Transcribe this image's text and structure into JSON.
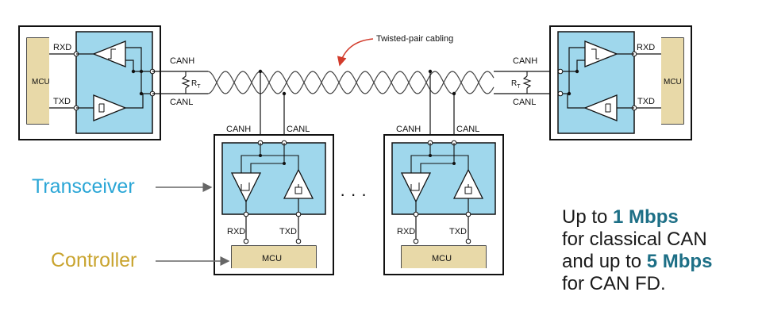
{
  "colors": {
    "transceiver_fill": "#9fd7ec",
    "mcu_fill": "#e8d9a8",
    "transceiver_label": "#2aa6d6",
    "controller_label": "#c9a42f",
    "highlight": "#1d6f86",
    "arrow_red": "#d23b2b"
  },
  "cable": {
    "label": "Twisted-pair cabling"
  },
  "nodes": {
    "left": {
      "rxd": "RXD",
      "txd": "TXD",
      "mcu": "MCU",
      "canh": "CANH",
      "canl": "CANL",
      "rt": "R",
      "rt_sub": "T"
    },
    "right": {
      "rxd": "RXD",
      "txd": "TXD",
      "mcu": "MCU",
      "canh": "CANH",
      "canl": "CANL",
      "rt": "R",
      "rt_sub": "T"
    },
    "mid1": {
      "canh": "CANH",
      "canl": "CANL",
      "rxd": "RXD",
      "txd": "TXD",
      "mcu": "MCU"
    },
    "mid2": {
      "canh": "CANH",
      "canl": "CANL",
      "rxd": "RXD",
      "txd": "TXD",
      "mcu": "MCU"
    }
  },
  "ellipsis": "· · ·",
  "labels": {
    "transceiver": "Transceiver",
    "controller": "Controller"
  },
  "note": {
    "line1_pre": "Up to ",
    "line1_bold": "1 Mbps",
    "line2": "for classical CAN",
    "line3_pre": "and up to ",
    "line3_bold": "5 Mbps",
    "line4": "for CAN FD."
  }
}
